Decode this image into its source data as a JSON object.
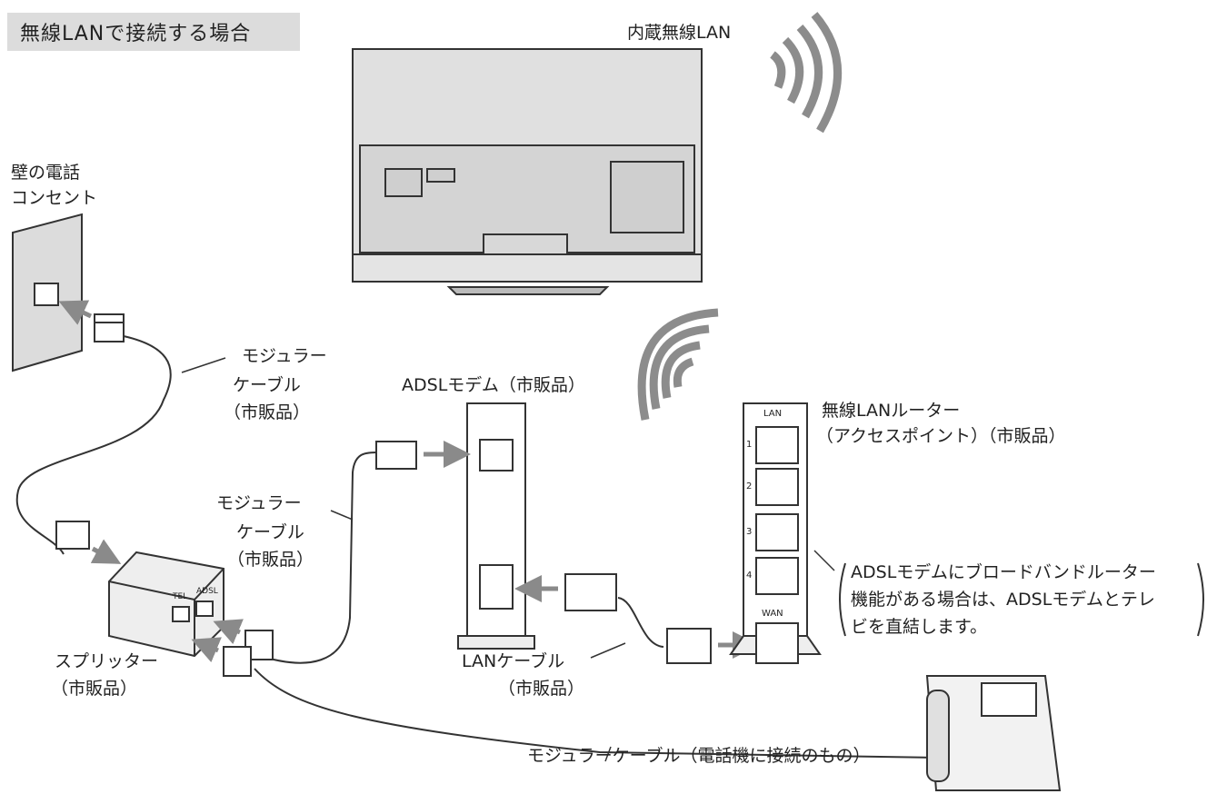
{
  "heading": "無線LANで接続する場合",
  "labels": {
    "builtin_wireless": "内蔵無線LAN",
    "wall_outlet": [
      "壁の電話",
      "コンセント"
    ],
    "modular_cable_top": [
      "モジュラー",
      "ケーブル",
      "（市販品）"
    ],
    "adsl_modem": "ADSLモデム（市販品）",
    "wireless_router": [
      "無線LANルーター",
      "（アクセスポイント）（市販品）"
    ],
    "modular_cable_mid": [
      "モジュラー",
      "ケーブル",
      "（市販品）"
    ],
    "splitter": [
      "スプリッター",
      "（市販品）"
    ],
    "lan_cable": [
      "LANケーブル",
      "（市販品）"
    ],
    "modular_cable_phone": "モジュラーケーブル（電話機に接続のもの）",
    "note": [
      "ADSLモデムにブロードバンドルーター",
      "機能がある場合は、ADSLモデムとテレ",
      "ビを直結します。"
    ],
    "router_port_lan": "LAN",
    "router_port_wan": "WAN",
    "router_port_numbers": [
      "1",
      "2",
      "3",
      "4"
    ],
    "splitter_ports": [
      "TEL",
      "ADSL"
    ]
  },
  "colors": {
    "line": "#333333",
    "arrow": "#8a8a8a",
    "heading_bg": "#dcdcdc",
    "tv_fill": "#e0e0e0",
    "wave": "#8c8c8c"
  }
}
